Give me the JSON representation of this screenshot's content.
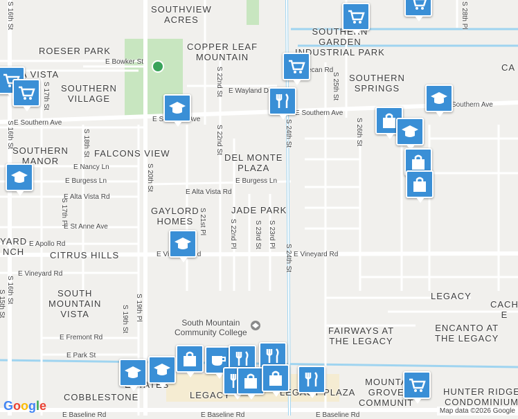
{
  "map": {
    "areas": {
      "southview_acres": "SOUTHVIEW\nACRES",
      "southern_garden": "SOUTHERN\nGARDEN\nINDUSTRIAL PARK",
      "roeser_park": "ROESER PARK",
      "copper_leaf": "COPPER LEAF\nMOUNTAIN",
      "vista": "A VISTA",
      "southern_village": "SOUTHERN\nVILLAGE",
      "southern_springs": "SOUTHERN\nSPRINGS",
      "ca": "CA",
      "southern_manor": "SOUTHERN\nMANOR",
      "falcons_view": "FALCONS VIEW",
      "del_monte": "DEL MONTE\nPLAZA",
      "gaylord": "GAYLORD\nHOMES",
      "jade_park": "JADE PARK",
      "yard_ranch": "YARD\nNCH",
      "citrus_hills": "CITRUS HILLS",
      "south_mountain_vista": "SOUTH\nMOUNTAIN\nVISTA",
      "legacy": "LEGACY",
      "fairways": "FAIRWAYS AT\nTHE LEGACY",
      "cach": "CACH\nE",
      "encanto": "ENCANTO AT\nTHE LEGACY",
      "cobblestone": "COBBLESTONE",
      "estates": "ESTATES",
      "legacy_left": "LEGACY",
      "legacy_plaza": "LEGACY PLAZA",
      "mountain_grove": "MOUNTA\nGROVE\nCOMMUNIT",
      "hunter_ridge": "HUNTER RIDGE\nCONDOMINIUM"
    },
    "streets": {
      "s16th_top": "S 16th St",
      "e_bowker": "E Bowker St",
      "e_wayland": "E Wayland D",
      "pecan": "ecan Rd",
      "s17th": "S 17th St",
      "s22nd_top": "S 22nd St",
      "s25th": "S 25th St",
      "s28th": "S 28th Pl",
      "e_southern_left": "E Southern Ave",
      "e_southern_mid": "E Southern Ave",
      "e_southern_right": "Southern Ave",
      "s16th_mid": "S 16th St",
      "s18th": "S 18th St",
      "s22nd_mid": "S 22nd St",
      "s24th_top": "S 24th St",
      "s26th": "S 26th St",
      "e_nancy": "E Nancy Ln",
      "s20th": "S 20th St",
      "e_burgess_left": "E Burgess Ln",
      "e_burgess_right": "E Burgess Ln",
      "e_alta_vista_mid": "E Alta Vista Rd",
      "e_alta_vista_left": "E Alta Vista Rd",
      "s17th_pl": "S 17th Pl",
      "s21st": "S 21st Pl",
      "e_st_anne": "E St Anne Ave",
      "s22nd_pl": "S 22nd Pl",
      "s23rd_st": "S 23rd St",
      "s23rd_pl": "S 23rd Pl",
      "e_apollo": "E Apollo Rd",
      "e_vineyard_left": "E Vineyard Rd",
      "e_vineyard_mid": "E Vineyard Rd",
      "e_vineyard_right": "E Vineyard Rd",
      "s24th_mid": "S 24th St",
      "s16th_low": "S 16th St",
      "s15th": "S 15th St",
      "s19th": "S 19th St",
      "s19th_pl": "S 19th Pl",
      "e_fremont": "E Fremont Rd",
      "e_park": "E Park St",
      "e_baseline_left": "E Baseline Rd",
      "e_baseline_mid": "E Baseline Rd",
      "e_baseline_right": "E Baseline Rd"
    },
    "poi": {
      "college": "South Mountain\nCommunity College"
    },
    "colors": {
      "background": "#f1f0ed",
      "park": "#c8e6c0",
      "water": "#9fd4f0",
      "highway": "#ffffff",
      "marker": "#3a8fd6",
      "commercial": "#f5ecd2"
    },
    "attribution": "Map data ©2026 Google",
    "logo": "Google"
  }
}
